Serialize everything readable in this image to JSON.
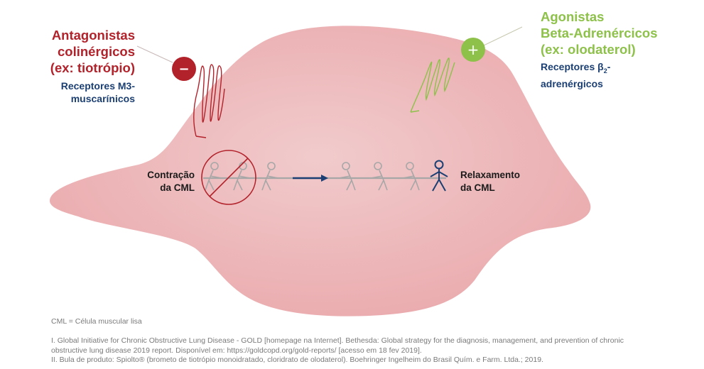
{
  "left": {
    "title_lines": [
      "Antagonistas",
      "colinérgicos",
      "(ex: tiotrópio)"
    ],
    "receptor_lines": [
      "Receptores M3-",
      "muscarínicos"
    ],
    "color": "#b2222b",
    "symbol": "−"
  },
  "right": {
    "title_lines": [
      "Agonistas",
      "Beta-Adrenércicos",
      "(ex: olodaterol)"
    ],
    "receptor_line1_prefix": "Receptores β",
    "receptor_line1_sub": "2",
    "receptor_line1_suffix": "-",
    "receptor_line2": "adrenérgicos",
    "color": "#8dc14a",
    "symbol": "+"
  },
  "contraction": [
    "Contração",
    "da CML"
  ],
  "relaxation": [
    "Relaxamento",
    "da CML"
  ],
  "footnote_abbr": "CML = Célula muscular lisa",
  "references": [
    "I. Global Initiative for Chronic Obstructive Lung Disease - GOLD [homepage na Internet]. Bethesda: Global strategy for the diagnosis, management, and prevention of chronic",
    "obstructive lung disease 2019 report. Disponível em: https://goldcopd.org/gold-reports/ [acesso em 18 fev 2019].",
    "II. Bula de produto: Spiolto® (brometo de tiotrópio monoidratado, cloridrato de olodaterol). Boehringer Ingelheim do Brasil Quím. e Farm. Ltda.; 2019."
  ],
  "colors": {
    "cell_fill": "#efc0c2",
    "red": "#b2222b",
    "green": "#8dc14a",
    "navy": "#1b3f73",
    "figure_gray": "#a7a7a7"
  }
}
